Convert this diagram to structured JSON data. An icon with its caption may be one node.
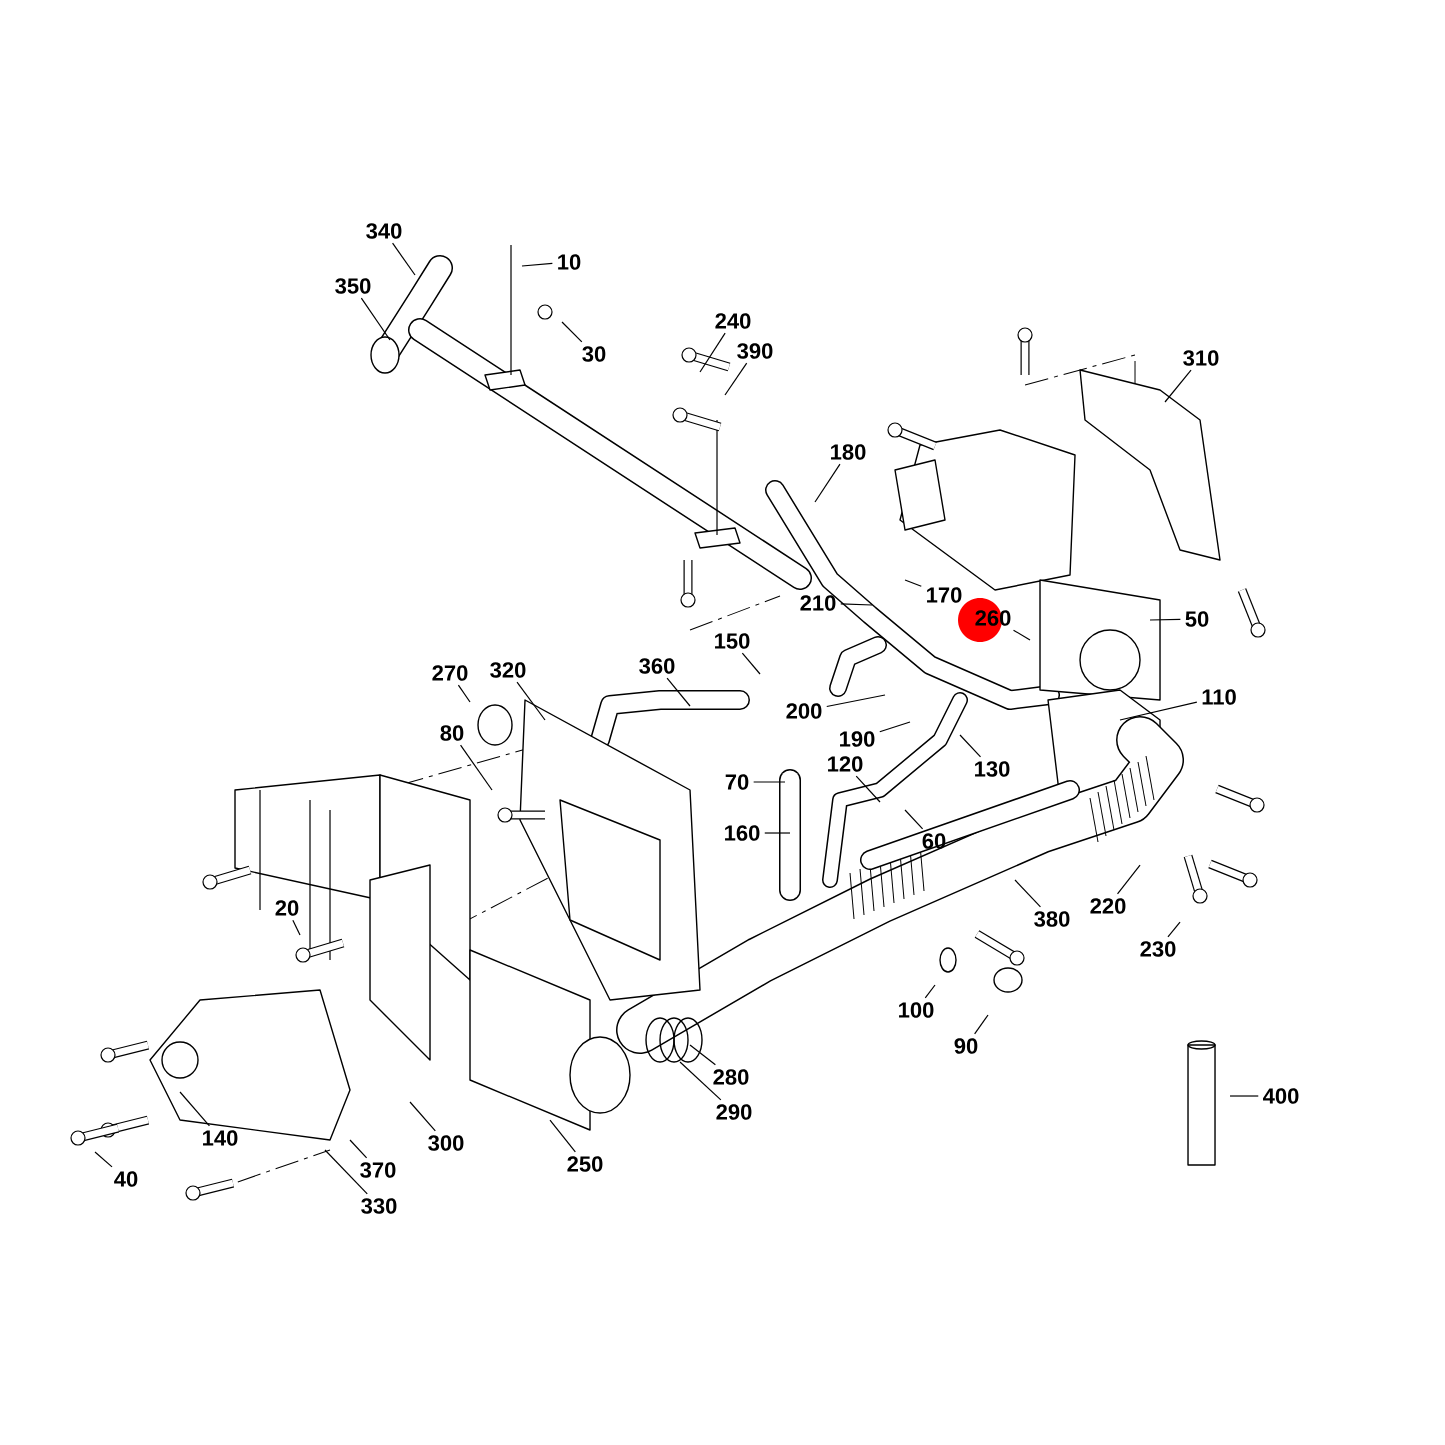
{
  "diagram": {
    "nodes": [
      {
        "text": [
          "340"
        ]
      },
      {
        "text": [
          "10"
        ]
      },
      {
        "text": [
          "350"
        ]
      },
      {
        "text": [
          "30"
        ]
      },
      {
        "text": [
          "240"
        ]
      },
      {
        "text": [
          "390"
        ]
      },
      {
        "text": [
          "310"
        ]
      },
      {
        "text": [
          "180"
        ]
      },
      {
        "text": [
          "170"
        ]
      },
      {
        "text": [
          "210"
        ]
      },
      {
        "text": [
          "260"
        ]
      },
      {
        "text": [
          "50"
        ]
      },
      {
        "text": [
          "150"
        ]
      },
      {
        "text": [
          "360"
        ]
      },
      {
        "text": [
          "270"
        ]
      },
      {
        "text": [
          "320"
        ]
      },
      {
        "text": [
          "200"
        ]
      },
      {
        "text": [
          "110"
        ]
      },
      {
        "text": [
          "190"
        ]
      },
      {
        "text": [
          "80"
        ]
      },
      {
        "text": [
          "130"
        ]
      },
      {
        "text": [
          "70"
        ]
      },
      {
        "text": [
          "120"
        ]
      },
      {
        "text": [
          "60"
        ]
      },
      {
        "text": [
          "160"
        ]
      },
      {
        "text": [
          "380"
        ]
      },
      {
        "text": [
          "220"
        ]
      },
      {
        "text": [
          "20"
        ]
      },
      {
        "text": [
          "230"
        ]
      },
      {
        "text": [
          "100"
        ]
      },
      {
        "text": [
          "90"
        ]
      },
      {
        "text": [
          "400"
        ]
      },
      {
        "text": [
          "280"
        ]
      },
      {
        "text": [
          "290"
        ]
      },
      {
        "text": [
          "140"
        ]
      },
      {
        "text": [
          "300"
        ]
      },
      {
        "text": [
          "370"
        ]
      },
      {
        "text": [
          "250"
        ]
      },
      {
        "text": [
          "40"
        ]
      },
      {
        "text": [
          "330"
        ]
      }
    ],
    "edges": [
      {
        "from": 0,
        "to": null,
        "arrow": "none"
      },
      {
        "from": 1,
        "to": null,
        "arrow": "none"
      },
      {
        "from": 2,
        "to": null,
        "arrow": "none"
      },
      {
        "from": 3,
        "to": null,
        "arrow": "none"
      },
      {
        "from": 4,
        "to": null,
        "arrow": "none"
      },
      {
        "from": 5,
        "to": null,
        "arrow": "none"
      },
      {
        "from": 6,
        "to": null,
        "arrow": "none"
      },
      {
        "from": 7,
        "to": null,
        "arrow": "none"
      },
      {
        "from": 8,
        "to": null,
        "arrow": "none"
      },
      {
        "from": 9,
        "to": null,
        "arrow": "none"
      },
      {
        "from": 10,
        "to": null,
        "arrow": "none"
      },
      {
        "from": 11,
        "to": null,
        "arrow": "none"
      },
      {
        "from": 12,
        "to": null,
        "arrow": "none"
      },
      {
        "from": 13,
        "to": null,
        "arrow": "none"
      },
      {
        "from": 14,
        "to": null,
        "arrow": "none"
      },
      {
        "from": 15,
        "to": null,
        "arrow": "none"
      },
      {
        "from": 16,
        "to": null,
        "arrow": "none"
      },
      {
        "from": 17,
        "to": null,
        "arrow": "none"
      },
      {
        "from": 18,
        "to": null,
        "arrow": "none"
      },
      {
        "from": 19,
        "to": null,
        "arrow": "none"
      },
      {
        "from": 20,
        "to": null,
        "arrow": "none"
      },
      {
        "from": 21,
        "to": null,
        "arrow": "none"
      },
      {
        "from": 22,
        "to": null,
        "arrow": "none"
      },
      {
        "from": 23,
        "to": null,
        "arrow": "none"
      },
      {
        "from": 24,
        "to": null,
        "arrow": "none"
      },
      {
        "from": 25,
        "to": null,
        "arrow": "none"
      },
      {
        "from": 26,
        "to": null,
        "arrow": "none"
      },
      {
        "from": 27,
        "to": null,
        "arrow": "none"
      },
      {
        "from": 28,
        "to": null,
        "arrow": "none"
      },
      {
        "from": 29,
        "to": null,
        "arrow": "none"
      },
      {
        "from": 30,
        "to": null,
        "arrow": "none"
      },
      {
        "from": 31,
        "to": null,
        "arrow": "none"
      },
      {
        "from": 32,
        "to": null,
        "arrow": "none"
      },
      {
        "from": 33,
        "to": null,
        "arrow": "none"
      },
      {
        "from": 34,
        "to": null,
        "arrow": "none"
      },
      {
        "from": 35,
        "to": null,
        "arrow": "none"
      },
      {
        "from": 36,
        "to": null,
        "arrow": "none"
      },
      {
        "from": 37,
        "to": null,
        "arrow": "none"
      },
      {
        "from": 38,
        "to": null,
        "arrow": "none"
      },
      {
        "from": 39,
        "to": null,
        "arrow": "none"
      }
    ]
  }
}
